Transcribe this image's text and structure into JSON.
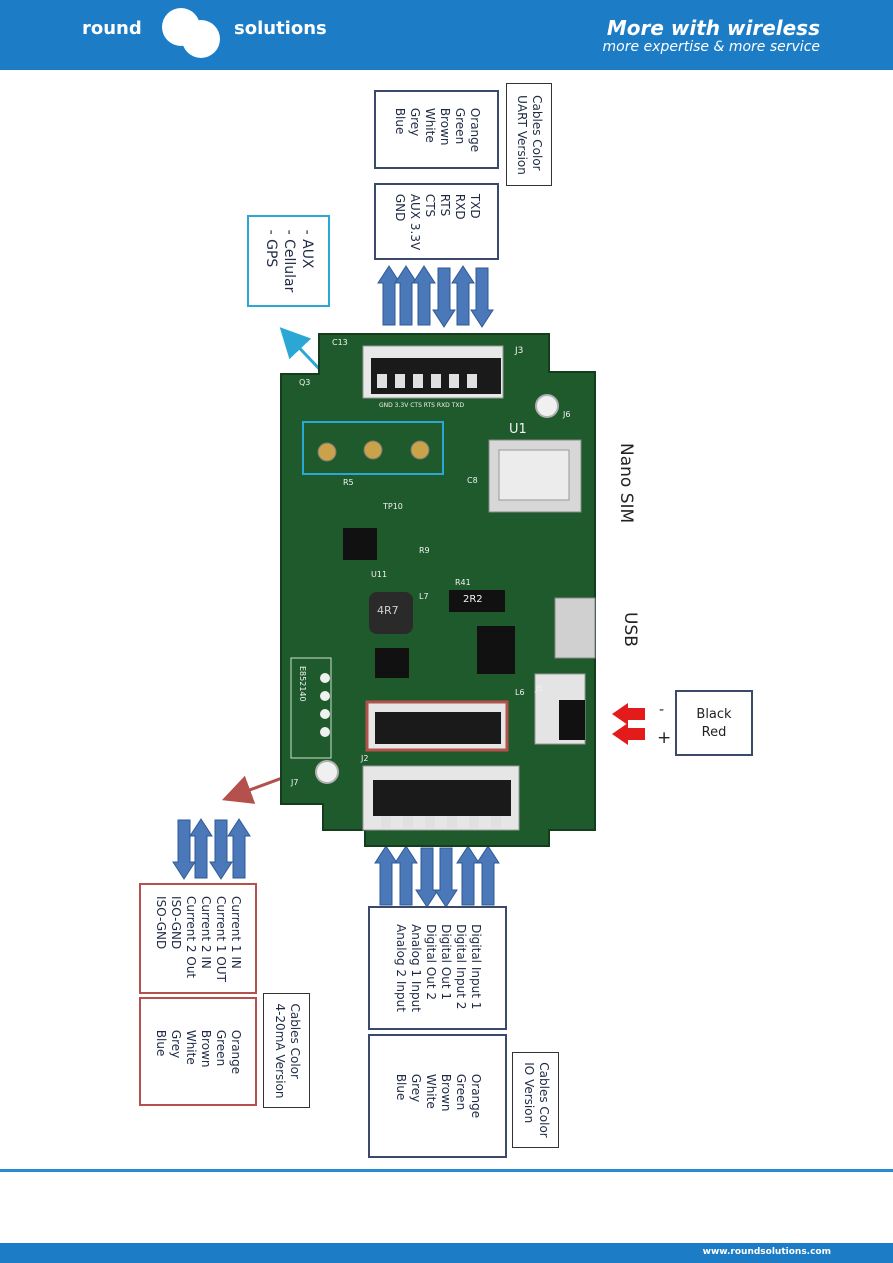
{
  "header": {
    "brand_left": "round",
    "brand_right": "solutions",
    "tagline": "More with wireless",
    "subtagline": "more expertise & more service"
  },
  "footer": {
    "url": "www.roundsolutions.com"
  },
  "uart": {
    "caption": [
      "Cables Color",
      "UART Version"
    ],
    "colors": [
      "Orange",
      "Green",
      "Brown",
      "White",
      "Grey",
      "Blue"
    ],
    "signals": [
      "TXD",
      "RXD",
      "RTS",
      "CTS",
      "AUX 3.3V",
      "GND"
    ]
  },
  "antennas": [
    "- AUX",
    "- Cellular",
    "- GPS"
  ],
  "labels": {
    "nano_sim": "Nano SIM",
    "usb": "USB",
    "minus": "-",
    "plus": "+"
  },
  "power": [
    "Black",
    "Red"
  ],
  "current": {
    "signals": [
      "Current 1 IN",
      "Current 1 OUT",
      "Current 2 IN",
      "Current 2 Out",
      "ISO-GND",
      "ISO-GND"
    ],
    "colors": [
      "Orange",
      "Green",
      "Brown",
      "White",
      "Grey",
      "Blue"
    ],
    "caption": [
      "Cables Color",
      "4-20mA Version"
    ]
  },
  "io": {
    "signals": [
      "Digital Input 1",
      "Digital Input 2",
      "Digital Out 1",
      "Digital Out 2",
      "Analog 1 Input",
      "Analog 2 Input"
    ],
    "colors": [
      "Orange",
      "Green",
      "Brown",
      "White",
      "Grey",
      "Blue"
    ],
    "caption": [
      "Cables Color",
      "IO Version"
    ]
  },
  "board": {
    "silkscreen": {
      "u1": "U1",
      "j3": "J3",
      "j6": "J6",
      "j7": "J7",
      "j2": "J2",
      "j5": "J5",
      "c13": "C13",
      "q3": "Q3",
      "tp10": "TP10",
      "r41": "R41",
      "l7": "L7",
      "inductor": "4R7",
      "resistor": "2R2",
      "u11": "U11",
      "l6": "L6",
      "r9": "R9",
      "c8": "C8",
      "r5": "R5",
      "id": "E852140",
      "j3_pins": "GND 3.3V CTS RTS RXD TXD"
    }
  },
  "colors": {
    "header_blue": "#1c7cc6",
    "pcb_green": "#1e5a2b",
    "arrow_blue": "#4a78b8",
    "navy_border": "#3b4a6b",
    "red_border": "#b4514c",
    "cyan": "#2ba7d6",
    "power_arrow": "#e31b1b"
  }
}
